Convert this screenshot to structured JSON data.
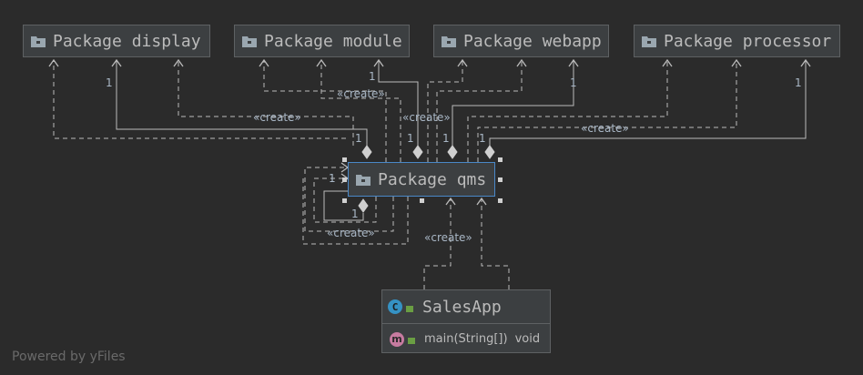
{
  "packages": {
    "display": "Package display",
    "module": "Package module",
    "webapp": "Package webapp",
    "processor": "Package processor",
    "qms": "Package qms"
  },
  "labels": {
    "create": "«create»",
    "one": "1"
  },
  "sales_app": {
    "name": "SalesApp",
    "class_badge": "C",
    "method_badge": "m",
    "method": "main(String[])",
    "return_type": "void"
  },
  "watermark": "Powered by yFiles",
  "colors": {
    "background": "#2b2b2b",
    "node_fill": "#3c3f41",
    "edge": "#bbbbbb",
    "selection": "#4a88c7"
  },
  "icons": {
    "package": "folder-icon",
    "class": "class-icon",
    "method": "method-icon",
    "visibility": "lock-icon"
  }
}
